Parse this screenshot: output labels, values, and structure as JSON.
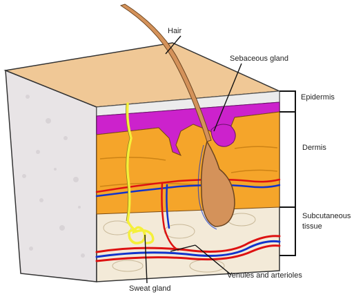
{
  "labels": {
    "hair": "Hair",
    "sebaceous_gland": "Sebaceous gland",
    "epidermis": "Epidermis",
    "dermis": "Dermis",
    "subcutaneous_line1": "Subcutaneous",
    "subcutaneous_line2": "tissue",
    "sweat_gland": "Sweat gland",
    "venules_arterioles": "Venules and arterioles"
  },
  "colors": {
    "surface": "#f0c896",
    "epidermis": "#ececec",
    "basal_layer": "#cc22cc",
    "dermis": "#f5a52a",
    "subcutaneous": "#f3ead8",
    "side_face": "#e8e4e6",
    "hair": "#d4925a",
    "sweat_duct": "#f5f03a",
    "vein": "#1133cc",
    "artery": "#dd1111"
  }
}
